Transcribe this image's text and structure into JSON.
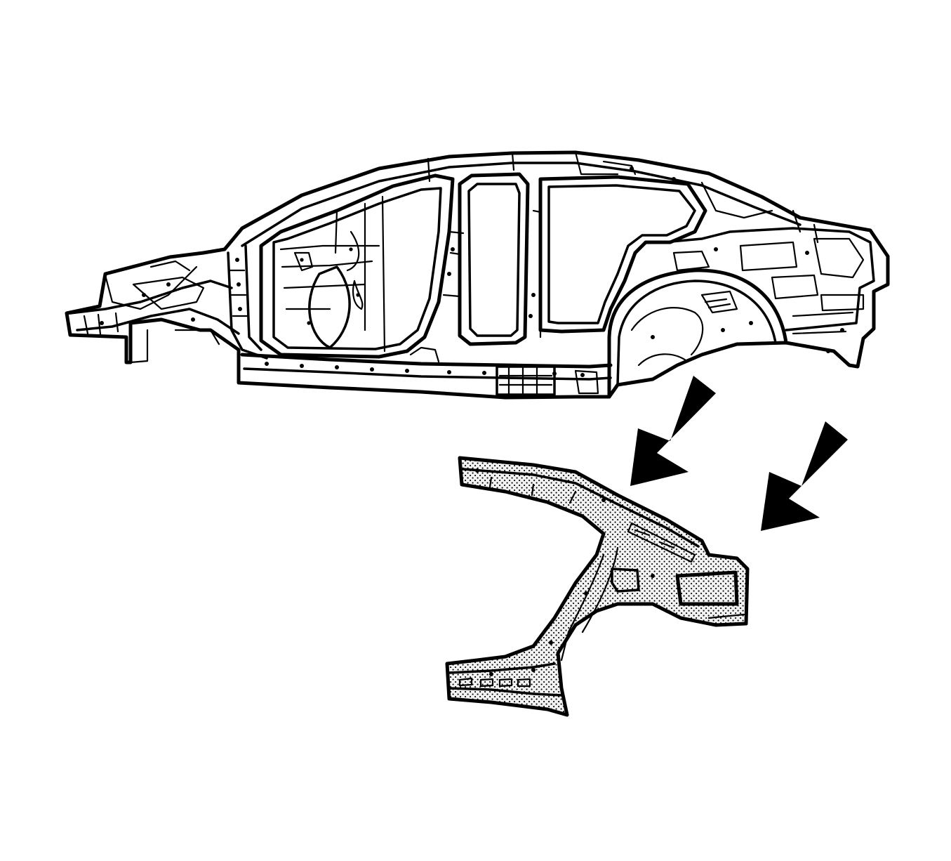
{
  "diagram": {
    "kind": "service-illustration",
    "colors": {
      "line": "#000000",
      "background": "#ffffff",
      "highlight_pattern": "stipple"
    },
    "parts": [
      {
        "name": "body-side-frame",
        "highlighted": false
      },
      {
        "name": "rear-quarter-inner-panel",
        "highlighted": true
      }
    ],
    "arrows": [
      {
        "name": "removal-arrow",
        "direction": "down-left"
      },
      {
        "name": "removal-arrow",
        "direction": "down-left"
      }
    ]
  }
}
